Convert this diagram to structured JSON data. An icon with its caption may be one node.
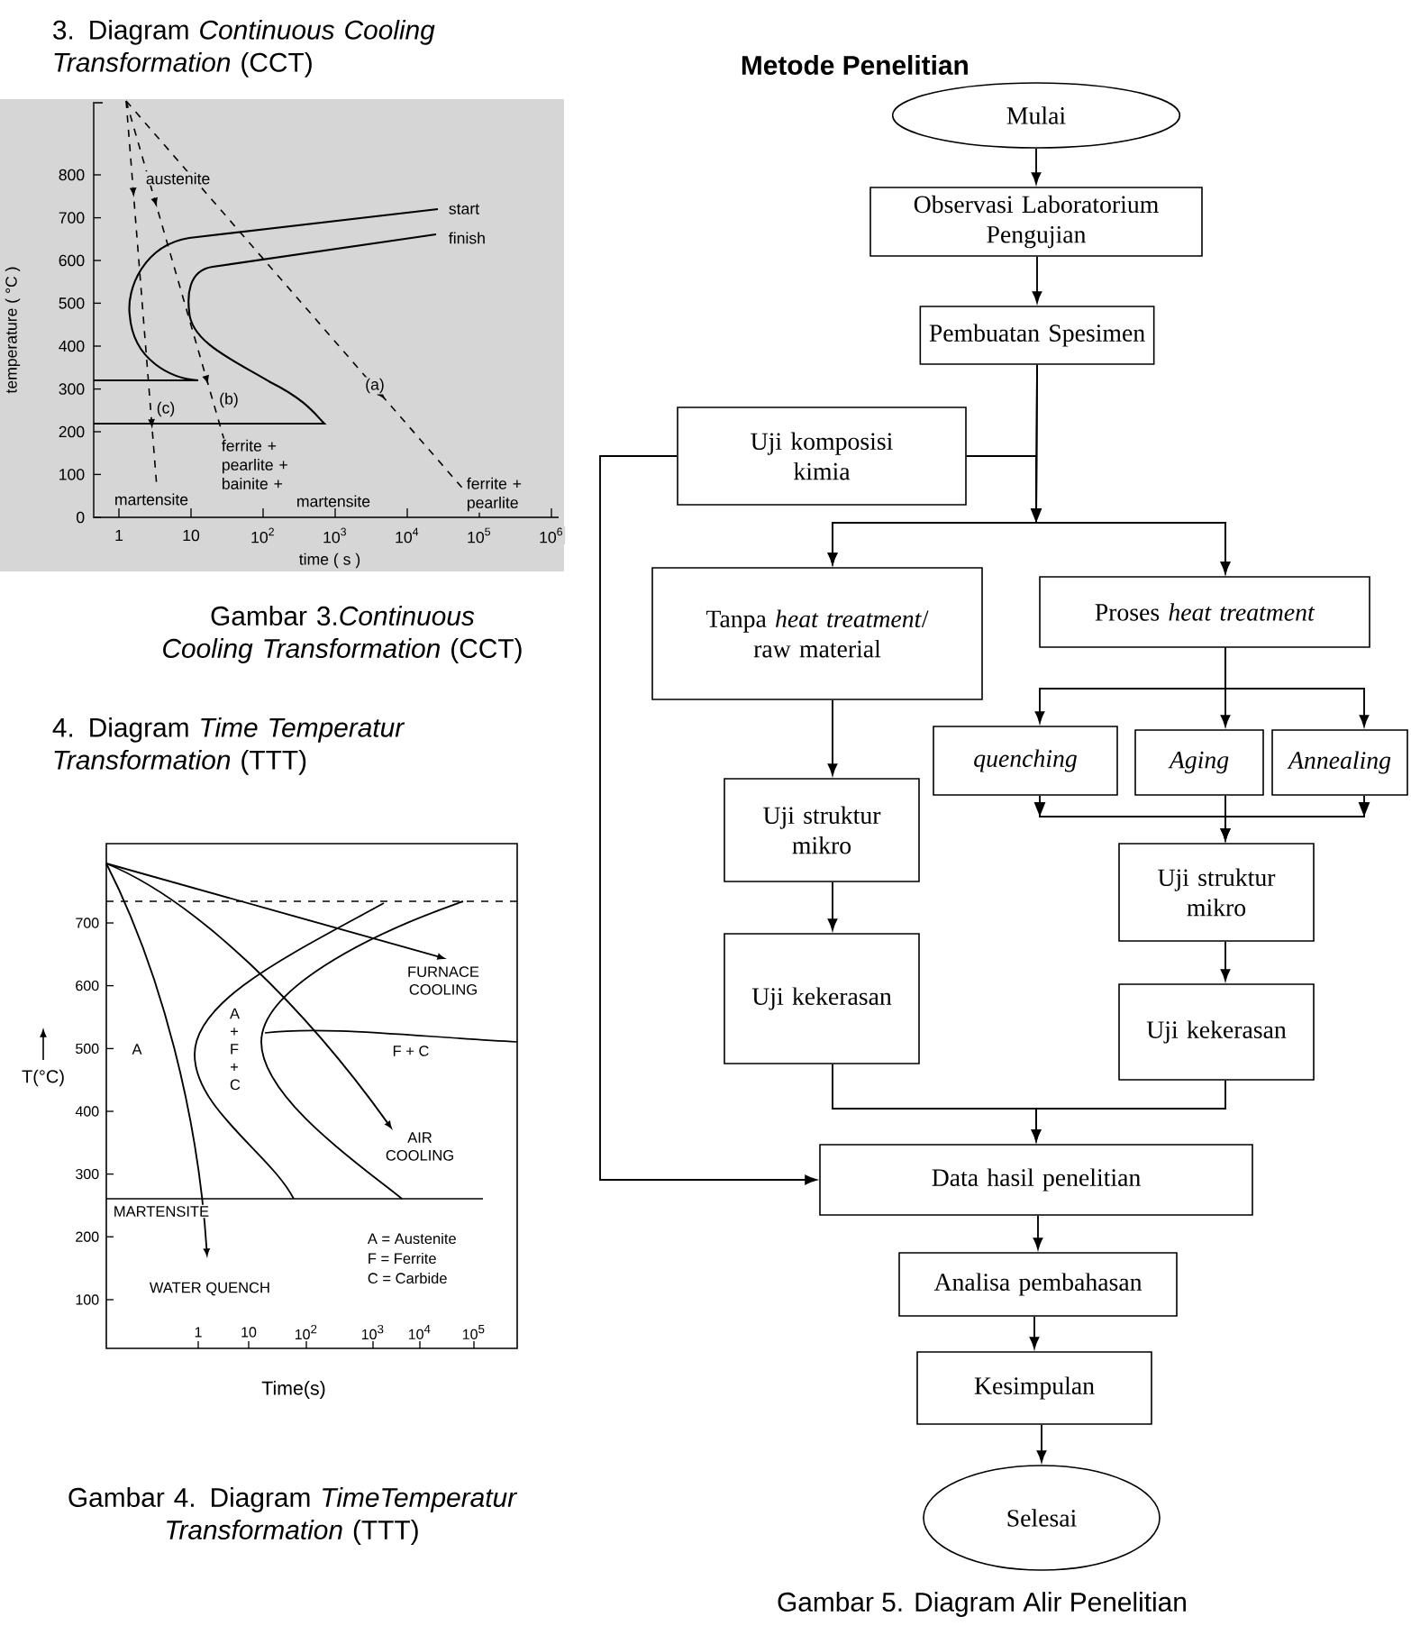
{
  "diagram": {
    "title": "Metode Penelitian",
    "caption": "Gambar 5. Diagram Alir Penelitian",
    "nodes": [
      {
        "text": [
          "Mulai"
        ]
      },
      {
        "text": [
          "Observasi Laboratorium Pengujian"
        ]
      },
      {
        "text": [
          "Pembuatan Spesimen"
        ]
      },
      {
        "text": [
          "Uji komposisi kimia"
        ]
      },
      {
        "text": [
          "Tanpa *heat treatment*/ raw material"
        ]
      },
      {
        "text": [
          "Proses *heat treatment*"
        ]
      },
      {
        "text": [
          "quenching"
        ]
      },
      {
        "text": [
          "Aging"
        ]
      },
      {
        "text": [
          "Annealing"
        ]
      },
      {
        "text": [
          "Uji struktur mikro"
        ]
      },
      {
        "text": [
          "Uji kekerasan"
        ]
      },
      {
        "text": [
          "Uji struktur mikro"
        ]
      },
      {
        "text": [
          "Uji kekerasan"
        ]
      },
      {
        "text": [
          "Data hasil penelitian"
        ]
      },
      {
        "text": [
          "Analisa pembahasan"
        ]
      },
      {
        "text": [
          "Kesimpulan"
        ]
      },
      {
        "text": [
          "Selesai"
        ]
      }
    ],
    "edges": [
      {
        "from": 0,
        "to": 1,
        "arrow": "to"
      },
      {
        "from": 1,
        "to": 2,
        "arrow": "to"
      },
      {
        "from": 2,
        "to": 4,
        "arrow": "to"
      },
      {
        "from": 2,
        "to": 5,
        "arrow": "to"
      },
      {
        "from": 3,
        "to": 4,
        "arrow": "to"
      },
      {
        "from": 3,
        "to": 5,
        "arrow": "to"
      },
      {
        "from": 3,
        "to": 13,
        "arrow": "to"
      },
      {
        "from": 4,
        "to": 9,
        "arrow": "to"
      },
      {
        "from": 5,
        "to": 6,
        "arrow": "to"
      },
      {
        "from": 5,
        "to": 7,
        "arrow": "to"
      },
      {
        "from": 5,
        "to": 8,
        "arrow": "to"
      },
      {
        "from": 6,
        "to": 11,
        "arrow": "to"
      },
      {
        "from": 7,
        "to": 11,
        "arrow": "to"
      },
      {
        "from": 8,
        "to": 11,
        "arrow": "to"
      },
      {
        "from": 9,
        "to": 10,
        "arrow": "to"
      },
      {
        "from": 11,
        "to": 12,
        "arrow": "to"
      },
      {
        "from": 10,
        "to": 13,
        "arrow": "to"
      },
      {
        "from": 12,
        "to": 13,
        "arrow": "to"
      },
      {
        "from": 13,
        "to": 14,
        "arrow": "to"
      },
      {
        "from": 14,
        "to": 15,
        "arrow": "to"
      },
      {
        "from": 15,
        "to": 16,
        "arrow": "to"
      }
    ],
    "labels": [
      "3. Diagram *Continuous Cooling Transformation* (CCT)",
      "800",
      "700",
      "600",
      "500",
      "400",
      "300",
      "200",
      "100",
      "0",
      "temperature ( °C )",
      "austenite",
      "start",
      "finish",
      "(a)",
      "(b)",
      "(c)",
      "ferrite + pearlite + bainite +",
      "martensite",
      "martensite",
      "ferrite + pearlite",
      "1",
      "10",
      "10$^{2}$",
      "10$^{3}$",
      "10$^{4}$",
      "10$^{5}$",
      "10$^{6}$",
      "time ( s )",
      "Gambar 3.*Continuous Cooling Transformation* (CCT)",
      "4. Diagram *Time Temperatur Transformation* (TTT)",
      "700",
      "600",
      "500",
      "400",
      "300",
      "200",
      "100",
      "T(°C)",
      "A",
      "A + F + C",
      "F + C",
      "FURNACE COOLING",
      "AIR COOLING",
      "MARTENSITE",
      "WATER QUENCH",
      "A = Austenite",
      "F = Ferrite",
      "C = Carbide",
      "1",
      "10",
      "10$^{2}$",
      "10$^{3}$",
      "10$^{4}$",
      "10$^{5}$",
      "Time(s)",
      "Gambar 4. Diagram *TimeTemperatur Transformation* (TTT)"
    ]
  }
}
